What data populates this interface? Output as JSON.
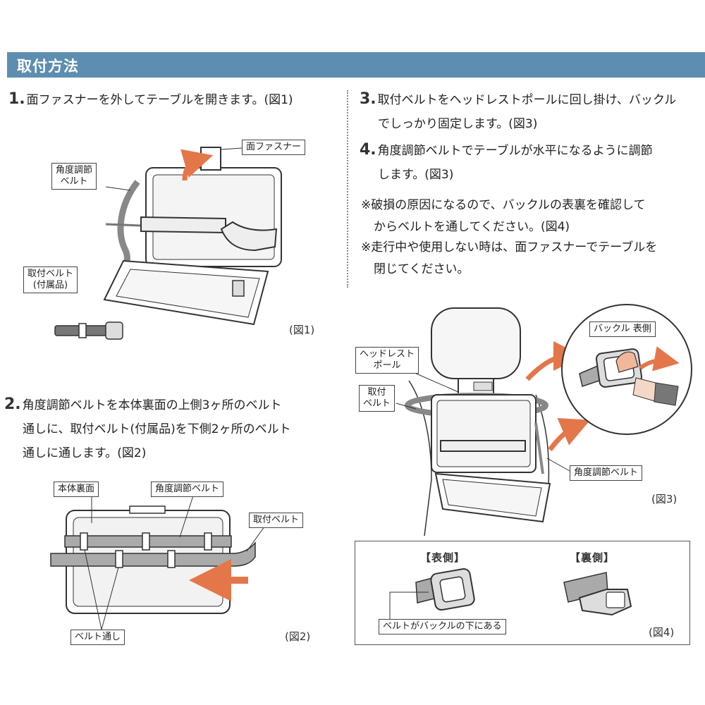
{
  "section_title": "取付方法",
  "steps": {
    "s1": {
      "num": "1.",
      "text": "面ファスナーを外してテーブルを開きます。(図1)"
    },
    "s2": {
      "num": "2.",
      "line1": "角度調節ベルトを本体裏面の上側3ヶ所のベルト",
      "line2": "通しに、取付ベルト(付属品)を下側2ヶ所のベルト",
      "line3": "通しに通します。(図2)"
    },
    "s3": {
      "num": "3.",
      "line1": "取付ベルトをヘッドレストポールに回し掛け、バックル",
      "line2": "でしっかり固定します。(図3)"
    },
    "s4": {
      "num": "4.",
      "line1": "角度調節ベルトでテーブルが水平になるように調節",
      "line2": "します。(図3)"
    }
  },
  "notes": {
    "n1_line1": "※破損の原因になるので、バックルの表裏を確認して",
    "n1_line2": "からベルトを通してください。(図4)",
    "n2_line1": "※走行中や使用しない時は、面ファスナーでテーブルを",
    "n2_line2": "閉じてください。"
  },
  "fig1": {
    "caption": "(図1)",
    "label_fastener": "面ファスナー",
    "label_angle_belt_1": "角度調節",
    "label_angle_belt_2": "ベルト",
    "label_mount_belt_1": "取付ベルト",
    "label_mount_belt_2": "(付属品)"
  },
  "fig2": {
    "caption": "(図2)",
    "label_back": "本体裏面",
    "label_angle_belt": "角度調節ベルト",
    "label_mount_belt": "取付ベルト",
    "label_loops": "ベルト通し"
  },
  "fig3": {
    "caption": "(図3)",
    "label_pole_1": "ヘッドレスト",
    "label_pole_2": "ポール",
    "label_mount_1": "取付",
    "label_mount_2": "ベルト",
    "label_buckle_front": "バックル 表側",
    "label_angle_belt": "角度調節ベルト"
  },
  "fig4": {
    "caption": "(図4)",
    "front": "【表側】",
    "back": "【裏側】",
    "label_under": "ベルトがバックルの下にある"
  },
  "colors": {
    "header": "#5d8eb1",
    "arrow": "#e4774a",
    "belt": "#a9acae",
    "line": "#333333"
  }
}
